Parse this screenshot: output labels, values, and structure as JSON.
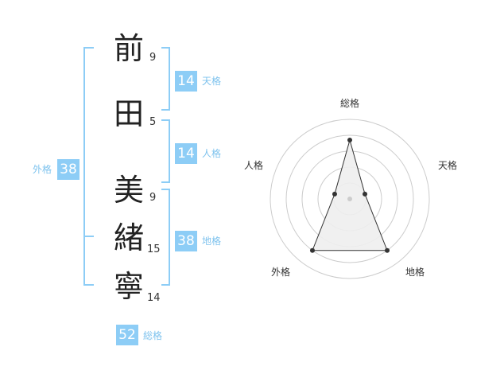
{
  "name": {
    "characters": [
      {
        "char": "前",
        "strokes": "9"
      },
      {
        "char": "田",
        "strokes": "5"
      },
      {
        "char": "美",
        "strokes": "9"
      },
      {
        "char": "緒",
        "strokes": "15"
      },
      {
        "char": "寧",
        "strokes": "14"
      }
    ]
  },
  "fortunes": {
    "tenkaku": {
      "value": "14",
      "label": "天格"
    },
    "jinkaku": {
      "value": "14",
      "label": "人格"
    },
    "chikaku": {
      "value": "38",
      "label": "地格"
    },
    "gaikaku": {
      "value": "38",
      "label": "外格"
    },
    "soukaku": {
      "value": "52",
      "label": "総格"
    }
  },
  "colors": {
    "accent": "#8dcdf6",
    "accent_text": "#7fc3ee",
    "bracket": "#8dcdf6",
    "radar_fill": "#eeeeee",
    "radar_line": "#333333",
    "ring": "#cccccc"
  },
  "chart_data": {
    "type": "radar",
    "axes": [
      "総格",
      "天格",
      "地格",
      "外格",
      "人格"
    ],
    "values": [
      3.7,
      1.0,
      4.0,
      4.0,
      1.0
    ],
    "max": 5
  }
}
